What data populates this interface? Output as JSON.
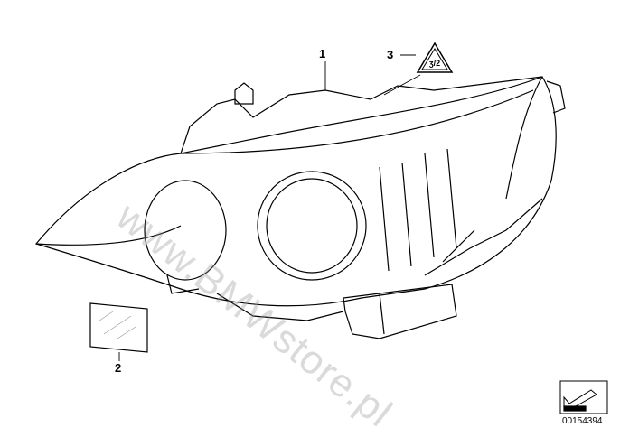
{
  "callouts": {
    "headlight": "1",
    "sticker": "2",
    "warning": "3"
  },
  "warning_symbol_text": "ʒ/2",
  "watermark": "www.BMWstore.pl",
  "diagram_number": "00154394"
}
